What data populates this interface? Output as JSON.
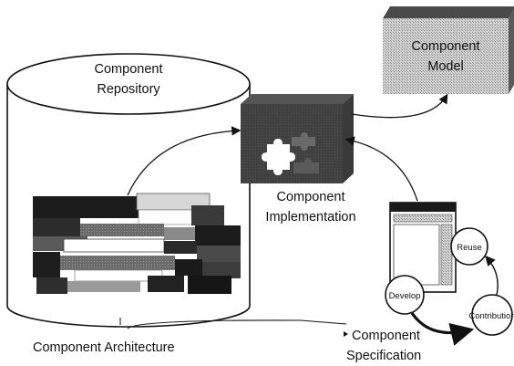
{
  "repository": {
    "line1": "Component",
    "line2": "Repository"
  },
  "model": {
    "line1": "Component",
    "line2": "Model"
  },
  "implementation": {
    "line1": "Component",
    "line2": "Implementation"
  },
  "architecture": {
    "label": "Component  Architecture"
  },
  "specification": {
    "line1": "Component",
    "line2": "Specification"
  },
  "cycle": {
    "develop": "Develop",
    "reuse": "Reuse",
    "contribution": "Contribution"
  },
  "colors": {
    "ink": "#111111",
    "model_box": "#c9c9c9",
    "impl_box": "#2a2a2a"
  },
  "icons": [
    "puzzle-icon",
    "document-icon",
    "arrow-icon"
  ]
}
